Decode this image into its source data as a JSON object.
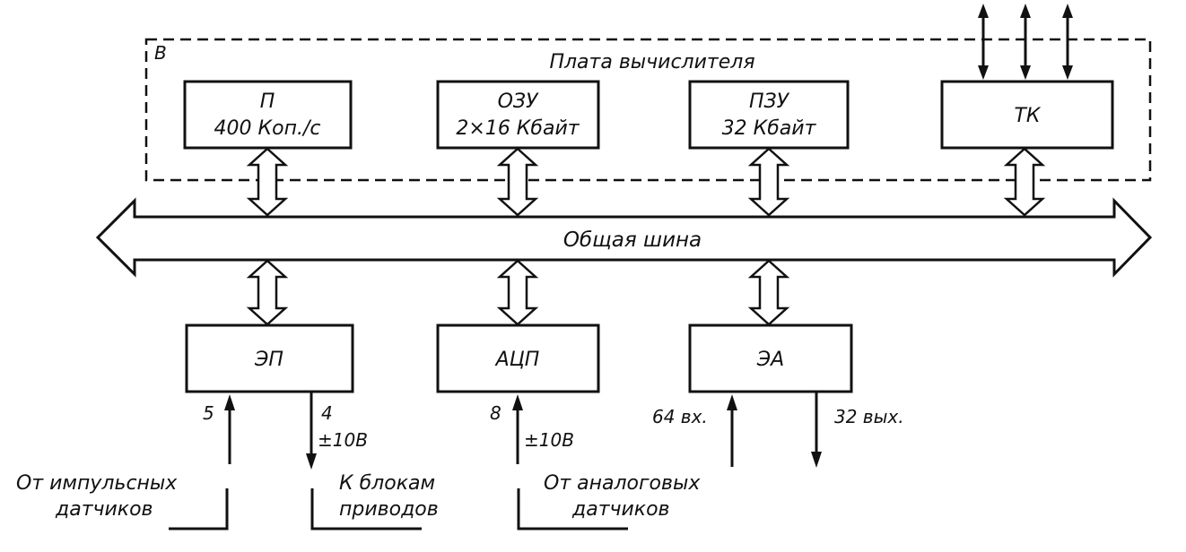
{
  "board": {
    "corner_label": "В",
    "title": "Плата вычислителя"
  },
  "blocks": {
    "processor": {
      "line1": "П",
      "line2": "400 Коп./с"
    },
    "ram": {
      "line1": "ОЗУ",
      "line2": "2×16 Кбайт"
    },
    "rom": {
      "line1": "ПЗУ",
      "line2": "32 Кбайт"
    },
    "tk": {
      "line1": "ТК"
    },
    "ep": {
      "line1": "ЭП"
    },
    "adc": {
      "line1": "АЦП"
    },
    "ea": {
      "line1": "ЭА"
    }
  },
  "bus": {
    "label": "Общая шина"
  },
  "io": {
    "ep_in_count": "5",
    "ep_out_count": "4",
    "ep_out_voltage": "±10В",
    "adc_in_count": "8",
    "adc_in_voltage": "±10В",
    "ea_in": "64 вх.",
    "ea_out": "32 вых."
  },
  "sources": {
    "pulse_line1": "От импульсных",
    "pulse_line2": "датчиков",
    "drives_line1": "К блокам",
    "drives_line2": "приводов",
    "analog_line1": "От аналоговых",
    "analog_line2": "датчиков"
  }
}
